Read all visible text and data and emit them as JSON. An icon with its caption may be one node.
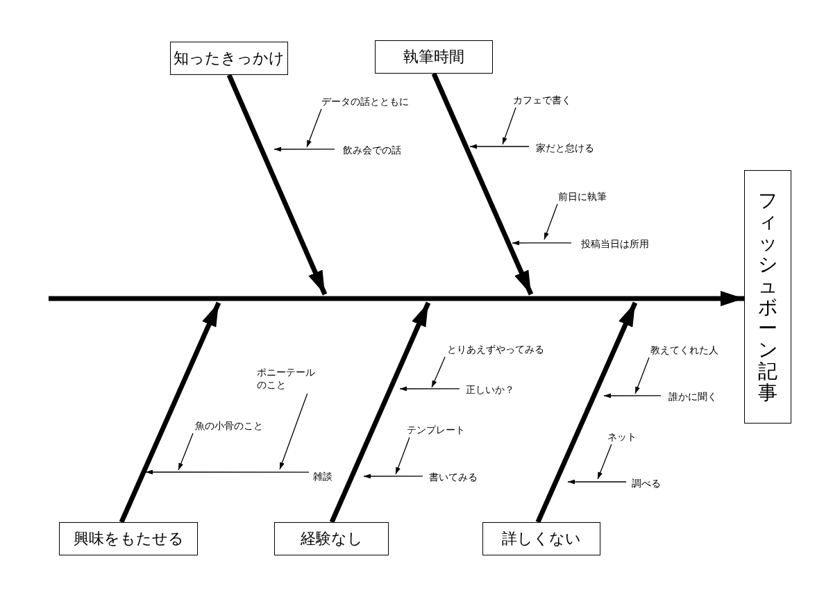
{
  "diagram": {
    "nodes": [
      {
        "text": [
          "知ったきっかけ"
        ]
      },
      {
        "text": [
          "執筆時間"
        ]
      },
      {
        "text": [
          "フィッシュボーン記事"
        ]
      },
      {
        "text": [
          "興味をもたせる"
        ]
      },
      {
        "text": [
          "経験なし"
        ]
      },
      {
        "text": [
          "詳しくない"
        ]
      },
      {
        "text": [
          "データの話とともに"
        ]
      },
      {
        "text": [
          "飲み会での話"
        ]
      },
      {
        "text": [
          "カフェで書く"
        ]
      },
      {
        "text": [
          "家だと怠ける"
        ]
      },
      {
        "text": [
          "前日に執筆"
        ]
      },
      {
        "text": [
          "投稿当日は所用"
        ]
      },
      {
        "text": [
          "ポニーテールのこと"
        ]
      },
      {
        "text": [
          "魚の小骨のこと"
        ]
      },
      {
        "text": [
          "雑談"
        ]
      },
      {
        "text": [
          "とりあえずやってみる"
        ]
      },
      {
        "text": [
          "正しいか？"
        ]
      },
      {
        "text": [
          "テンプレート"
        ]
      },
      {
        "text": [
          "書いてみる"
        ]
      },
      {
        "text": [
          "教えてくれた人"
        ]
      },
      {
        "text": [
          "誰かに聞く"
        ]
      },
      {
        "text": [
          "ネット"
        ]
      },
      {
        "text": [
          "調べる"
        ]
      }
    ],
    "edges": [
      {
        "from": null,
        "to": 2,
        "arrow": "to",
        "style": "thick"
      },
      {
        "from": 0,
        "to": null,
        "arrow": "to",
        "style": "thick"
      },
      {
        "from": 1,
        "to": null,
        "arrow": "to",
        "style": "thick"
      },
      {
        "from": 3,
        "to": null,
        "arrow": "to",
        "style": "thick"
      },
      {
        "from": 4,
        "to": null,
        "arrow": "to",
        "style": "thick"
      },
      {
        "from": 5,
        "to": null,
        "arrow": "to",
        "style": "thick"
      },
      {
        "from": 7,
        "to": null,
        "arrow": "to"
      },
      {
        "from": 6,
        "to": null,
        "arrow": "to"
      },
      {
        "from": 9,
        "to": null,
        "arrow": "to"
      },
      {
        "from": 8,
        "to": null,
        "arrow": "to"
      },
      {
        "from": 11,
        "to": null,
        "arrow": "to"
      },
      {
        "from": 10,
        "to": null,
        "arrow": "to"
      },
      {
        "from": 14,
        "to": null,
        "arrow": "to"
      },
      {
        "from": 13,
        "to": null,
        "arrow": "to"
      },
      {
        "from": 12,
        "to": null,
        "arrow": "to"
      },
      {
        "from": 16,
        "to": null,
        "arrow": "to"
      },
      {
        "from": 15,
        "to": null,
        "arrow": "to"
      },
      {
        "from": 18,
        "to": null,
        "arrow": "to"
      },
      {
        "from": 17,
        "to": null,
        "arrow": "to"
      },
      {
        "from": 20,
        "to": null,
        "arrow": "to"
      },
      {
        "from": 19,
        "to": null,
        "arrow": "to"
      },
      {
        "from": 22,
        "to": null,
        "arrow": "to"
      },
      {
        "from": 21,
        "to": null,
        "arrow": "to"
      }
    ]
  }
}
